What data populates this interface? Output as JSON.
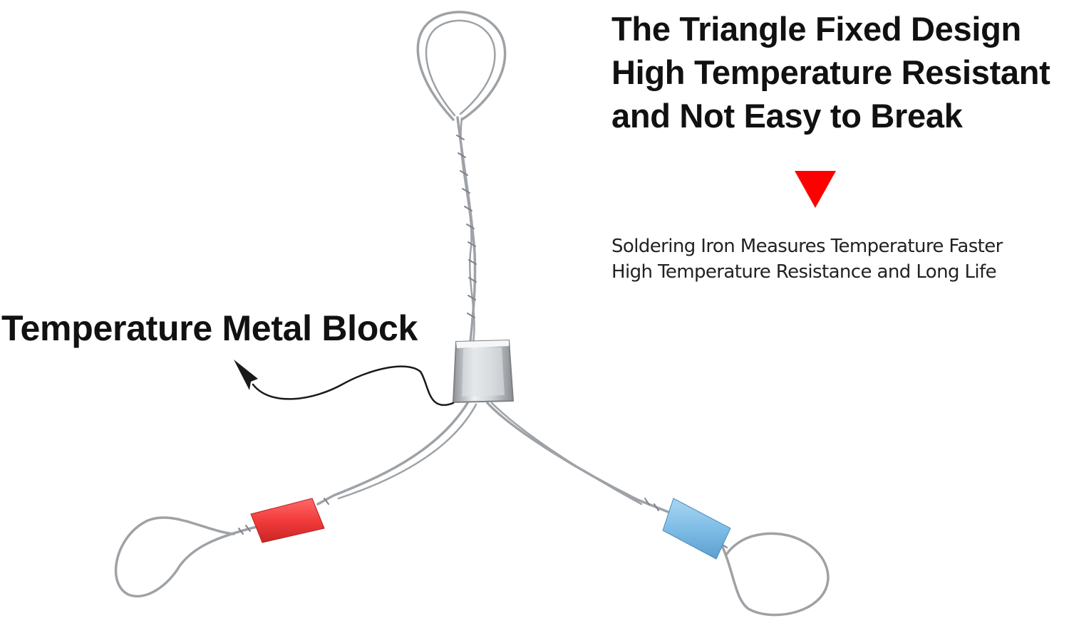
{
  "headline": {
    "line1": "The Triangle Fixed Design",
    "line2": "High Temperature Resistant",
    "line3": "and Not Easy to Break"
  },
  "subtext": {
    "line1": "Soldering Iron Measures Temperature Faster",
    "line2": "High Temperature Resistance and Long Life"
  },
  "part_label": "Temperature Metal Block",
  "icons": {
    "marker": "down-triangle-icon",
    "pointer": "curved-arrow-icon"
  },
  "colors": {
    "marker": "#ff0000",
    "sleeve_left": "#f23b3b",
    "sleeve_right": "#7fbde6",
    "wire": "#a3a7ab",
    "text": "#111111"
  }
}
